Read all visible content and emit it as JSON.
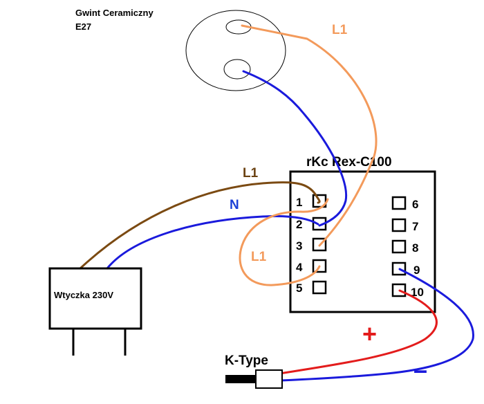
{
  "socket": {
    "title_line1": "Gwint Ceramiczny",
    "title_line2": "E27"
  },
  "controller": {
    "title": "rKc Rex-C100",
    "left_terminals": [
      "1",
      "2",
      "3",
      "4",
      "5"
    ],
    "right_terminals": [
      "6",
      "7",
      "8",
      "9",
      "10"
    ]
  },
  "plug": {
    "label": "Wtyczka 230V"
  },
  "thermocouple": {
    "label": "K-Type"
  },
  "wires": {
    "l1_socket_label": "L1",
    "l1_mains_label": "L1",
    "n_mains_label": "N",
    "l1_loop_label": "L1",
    "plus_label": "+",
    "minus_label": "–"
  },
  "colors": {
    "orange": "#f39a5b",
    "blue": "#1a1adc",
    "brown": "#7b4a12",
    "red": "#e31c1c",
    "text_blue": "#1a3fd6",
    "text_brown": "#6b4212"
  }
}
